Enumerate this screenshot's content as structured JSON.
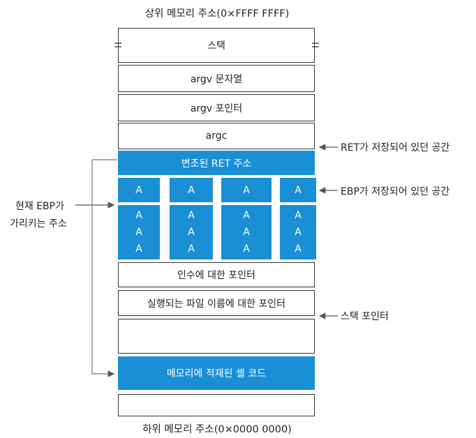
{
  "top_caption": "상위 메모리 주소(0×FFFF FFFF)",
  "bottom_caption": "하위 메모리 주소(0×0000 0000)",
  "boxes": {
    "stack": "스택",
    "argv_strings": "argv 문자열",
    "argv_pointer": "argv 포인터",
    "argc": "argc",
    "modified_ret": "변조된 RET 주소",
    "args_pointer": "인수에 대한 포인터",
    "exec_file_name_pointer": "실행되는 파일 이름에 대한 포인터",
    "empty_1": "",
    "shell_code": "메모리에 적재된 셸 코드",
    "empty_2": ""
  },
  "fill_char": "A",
  "annotations": {
    "ret_saved": "RET가 저장되어 있던 공간",
    "ebp_saved": "EBP가 저장되어 있던 공간",
    "stack_pointer": "스택 포인터",
    "current_ebp_line1": "현재 EBP가",
    "current_ebp_line2": "가리키는 주소"
  },
  "colors": {
    "accent": "#1a8fd6",
    "line": "#333333",
    "arrow": "#555555"
  }
}
